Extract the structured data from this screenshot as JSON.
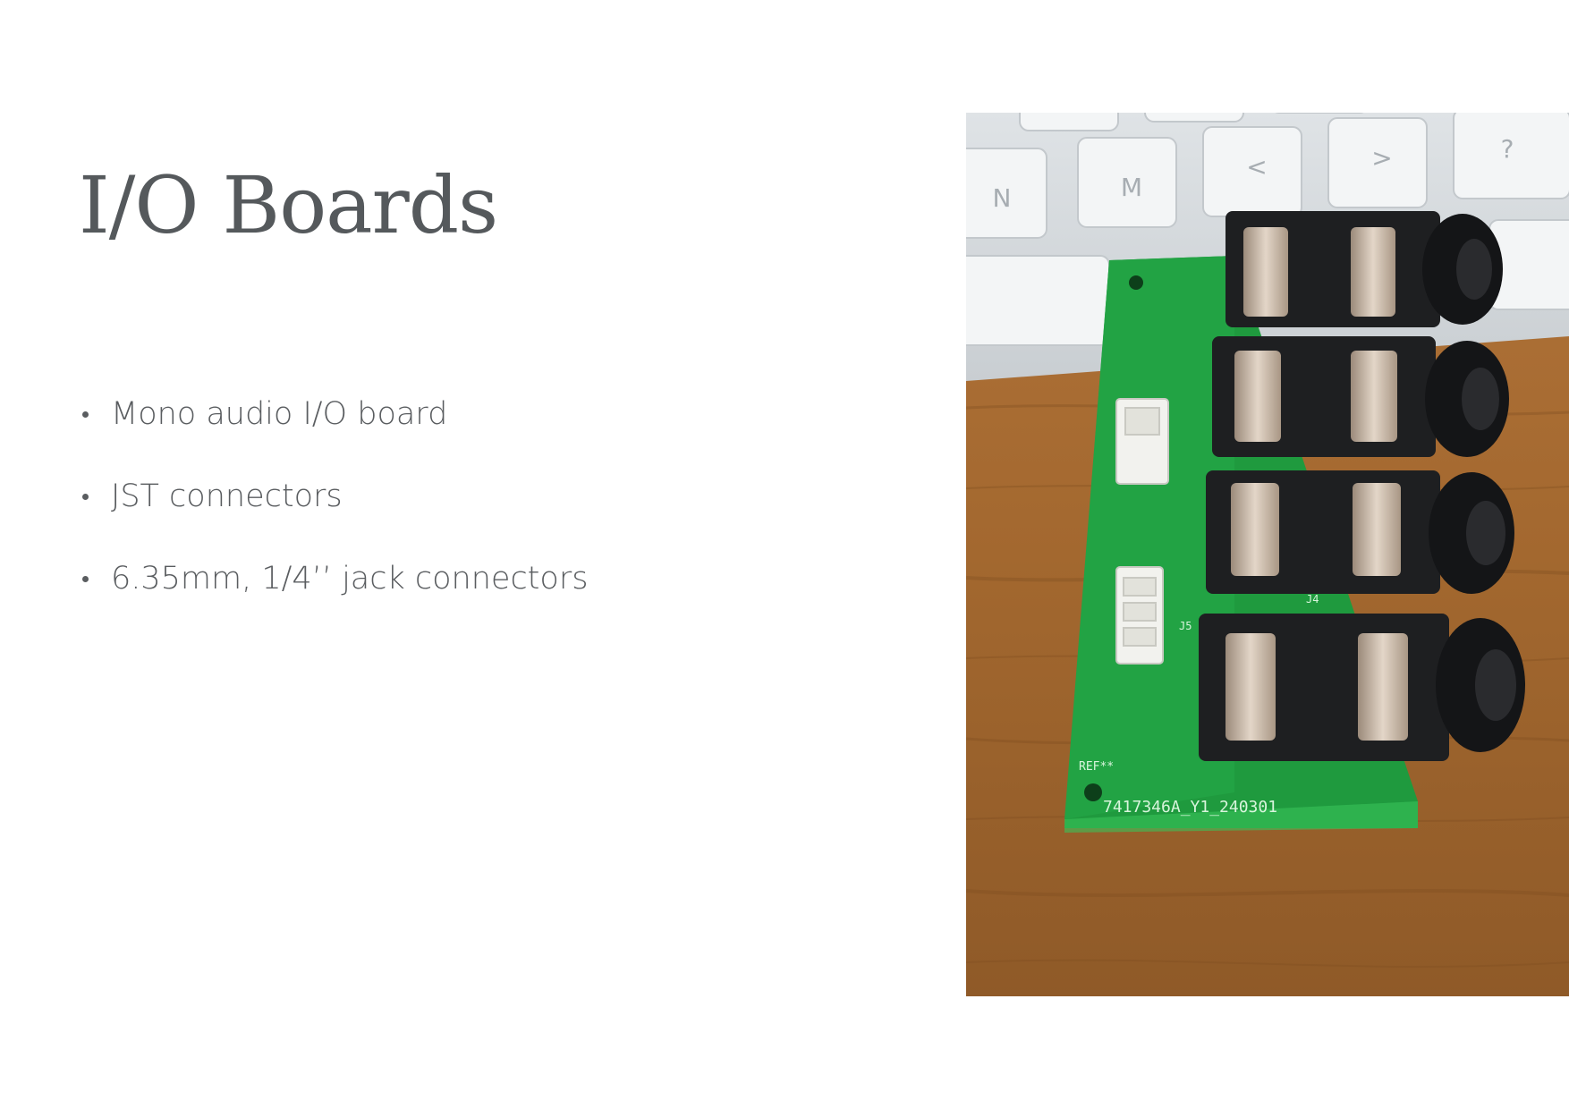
{
  "slide": {
    "title": "I/O Boards",
    "bullets": [
      "Mono audio I/O board",
      "JST connectors",
      "6.35mm, 1/4’’ jack connectors"
    ]
  },
  "photo": {
    "keyboard_keys": [
      "N",
      "M",
      "<",
      ">",
      "?"
    ],
    "board_label": "7417346A_Y1_240301",
    "ref_label": "REF**",
    "jack_labels": [
      "J5",
      "J4"
    ]
  },
  "colors": {
    "text": "#55595c",
    "pcb_green": "#1f9a3e",
    "wood": "#a86a32"
  }
}
